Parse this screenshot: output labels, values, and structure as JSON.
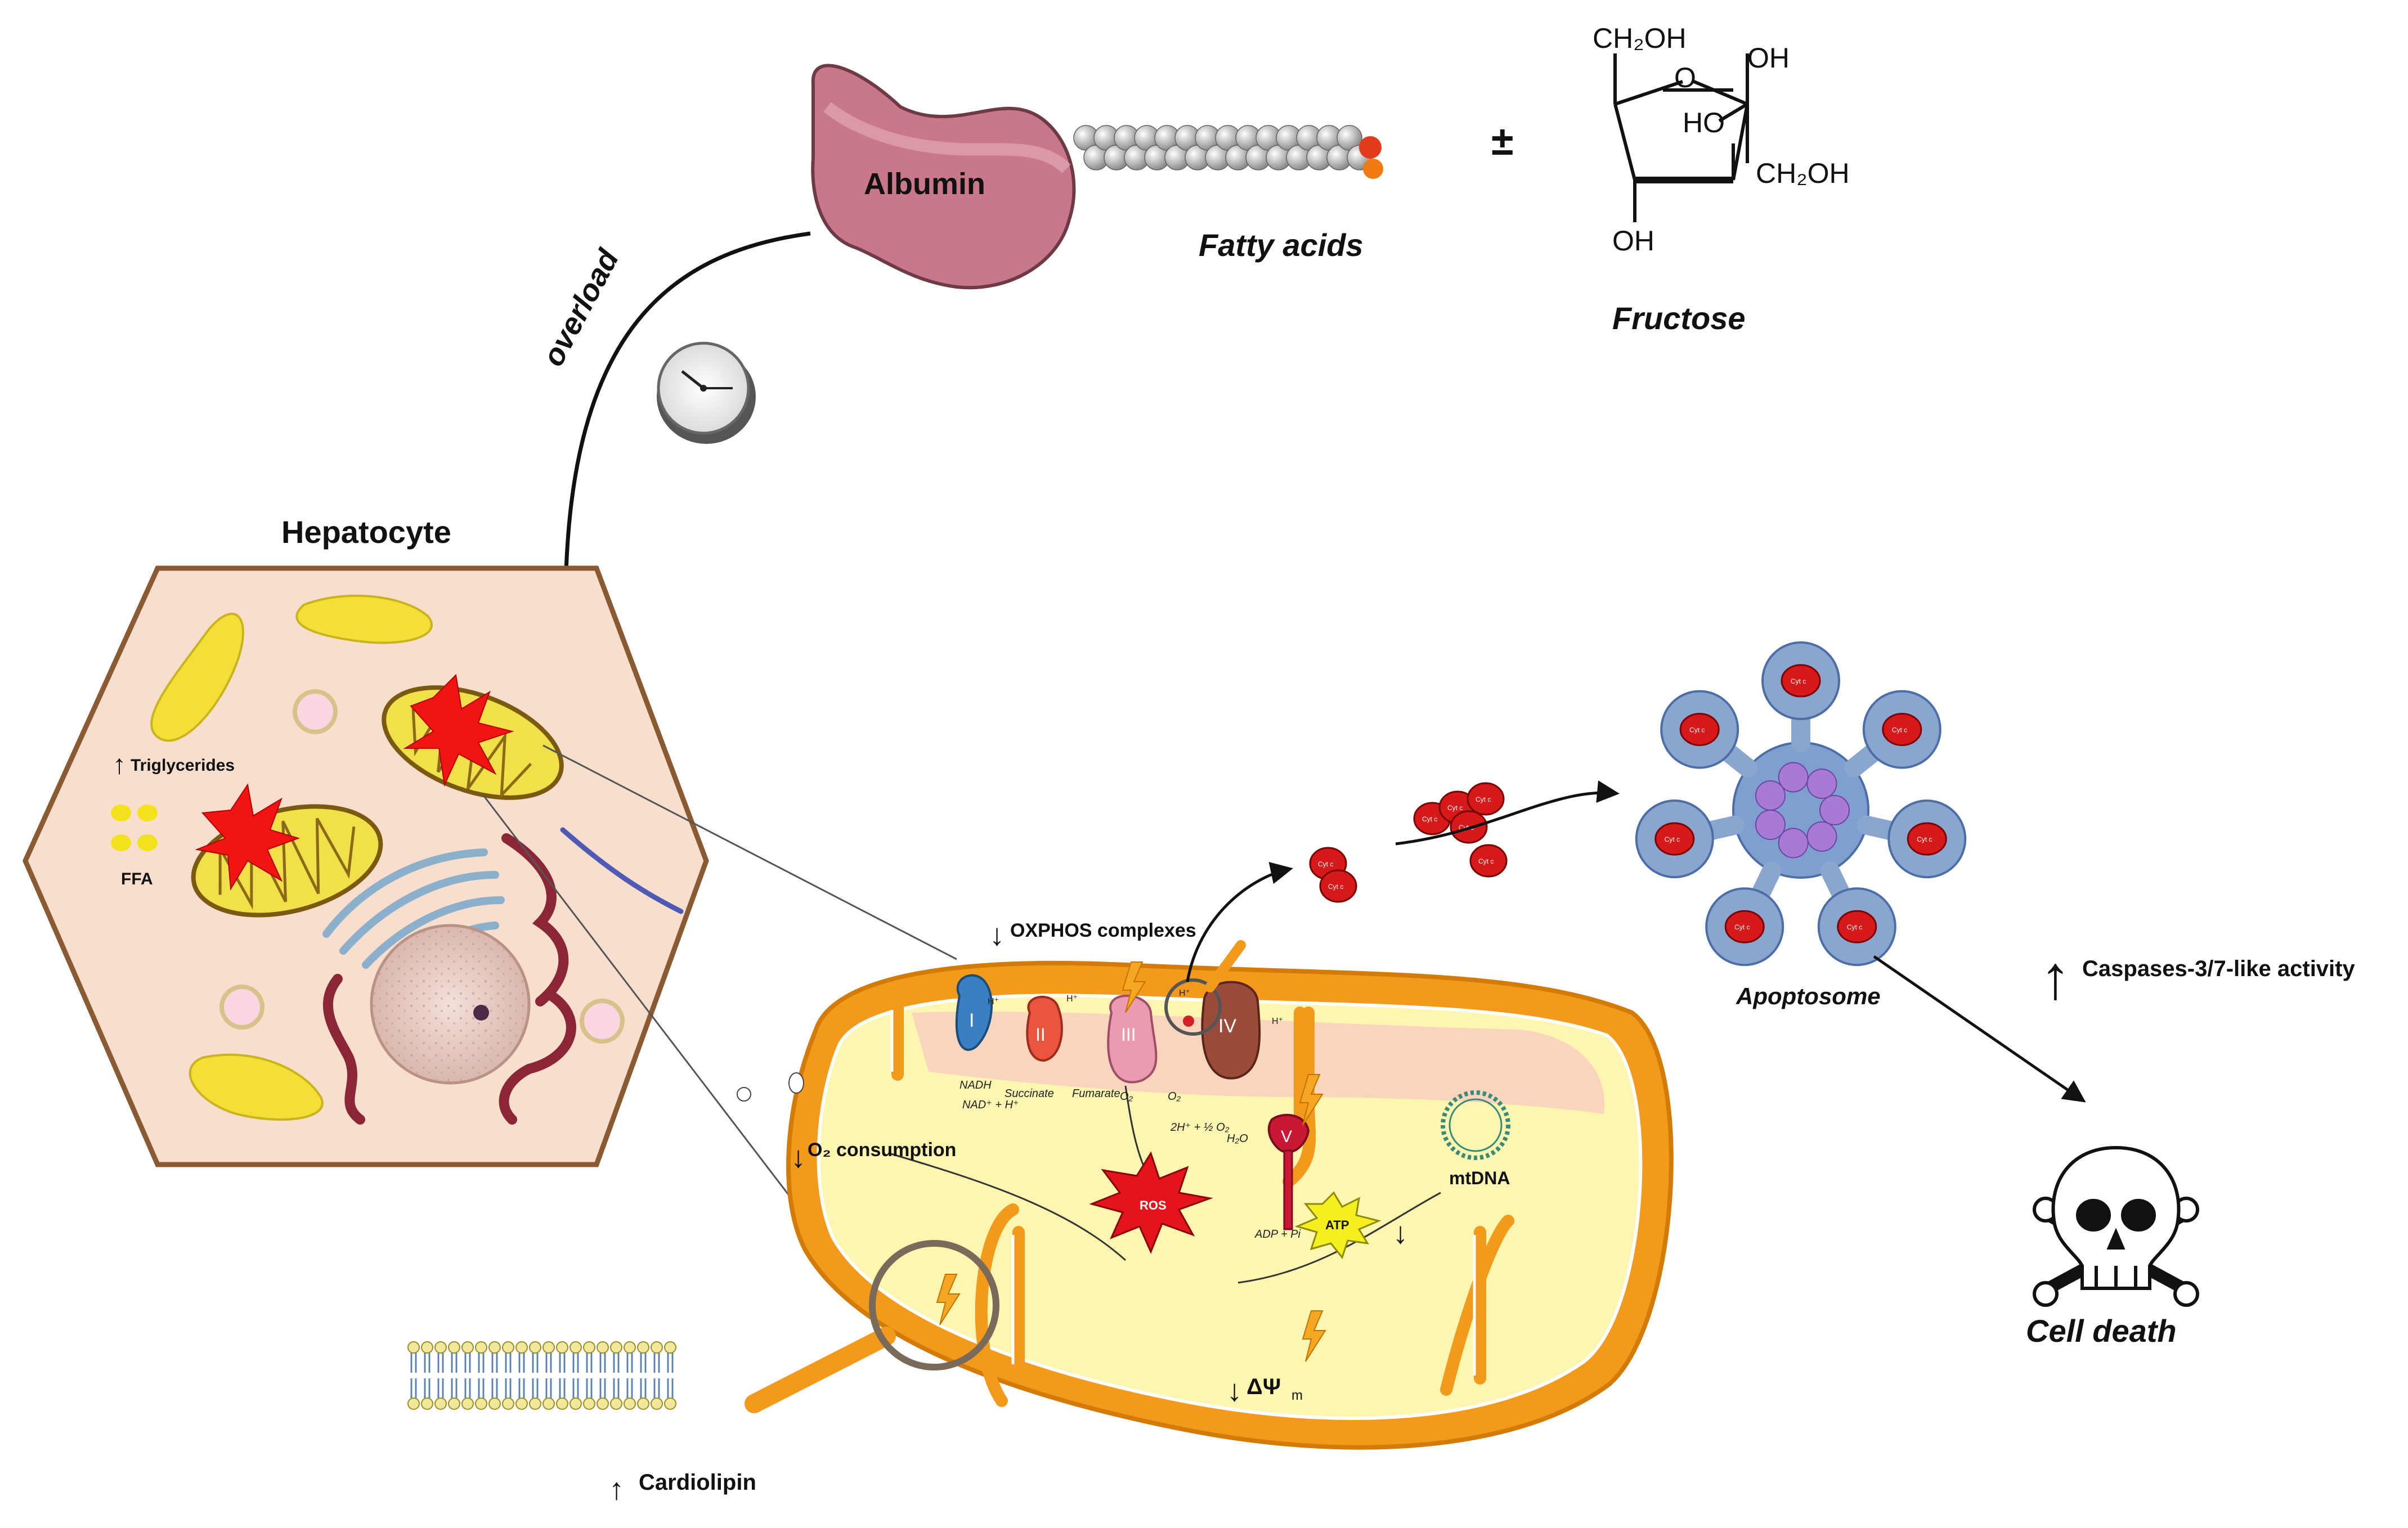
{
  "molecules": {
    "albumin": "Albumin",
    "fatty_acids": "Fatty acids",
    "plus_minus": "±",
    "fructose": "Fructose",
    "fructose_groups": {
      "top": "CH₂OH",
      "ring_o": "O",
      "right_top": "OH",
      "ho": "HO",
      "right_bottom": "CH₂OH",
      "bottom": "OH"
    }
  },
  "flow": {
    "overload": "overload",
    "hepatocyte": "Hepatocyte"
  },
  "hepatocyte": {
    "triglycerides": "Triglycerides",
    "ffa": "FFA"
  },
  "mitochondrion": {
    "oxphos": "OXPHOS complexes",
    "o2_consumption": "O₂ consumption",
    "mtdna": "mtDNA",
    "ros": "ROS",
    "atp": "ATP",
    "delta_psi": "ΔΨ",
    "delta_psi_sub": "m",
    "complexes": [
      "I",
      "II",
      "III",
      "IV",
      "V"
    ],
    "substrates": [
      "NADH",
      "NAD⁺ + H⁺",
      "Succinate",
      "Fumarate",
      "O₂",
      "O₂",
      "2H⁺ + ½ O₂",
      "H₂O",
      "ADP + Pi"
    ],
    "protons": [
      "H⁺",
      "H⁺",
      "H⁺",
      "H⁺"
    ]
  },
  "cardiolipin": "Cardiolipin",
  "cyt_c": "Cyt c",
  "apoptosome": "Apoptosome",
  "caspases": "Caspases-3/7-like activity",
  "cell_death": "Cell death",
  "arrow_up": "↑",
  "arrow_down": "↓",
  "colors": {
    "albumin": "#c9788a",
    "cell_fill": "#f8dfcd",
    "cell_stroke": "#8a5a32",
    "mito_outer": "#f39a1c",
    "mito_matrix": "#fdf6b0",
    "ros": "#e3141b",
    "atp": "#f6ef1f",
    "cyt_c": "#d61a1a",
    "apoptosome": "#8aa6cf"
  }
}
